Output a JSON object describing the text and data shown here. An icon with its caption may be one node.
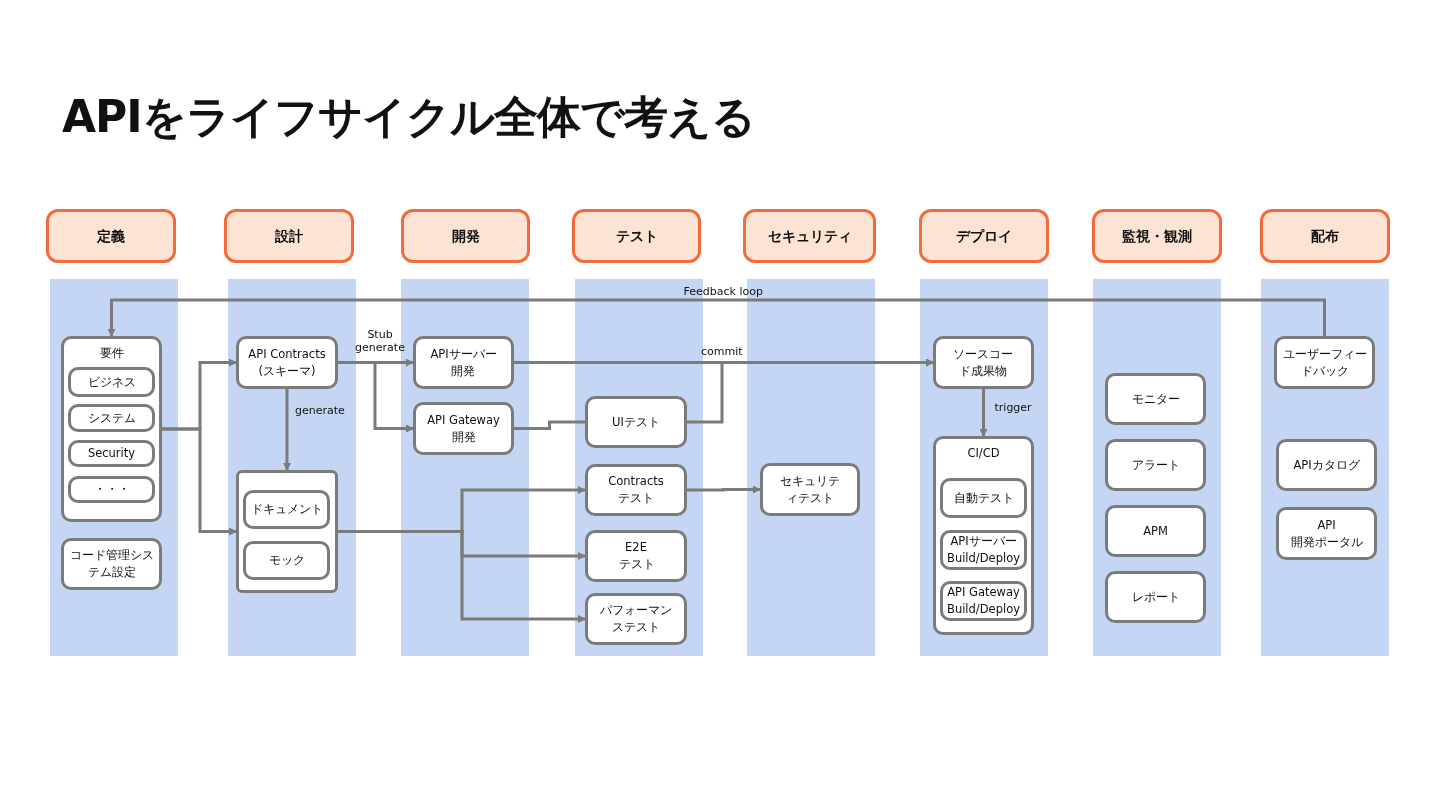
{
  "diagram": {
    "title": "APIをライフサイクル全体で考える",
    "nodes": [
      {
        "text": [
          "定義"
        ]
      },
      {
        "text": [
          "設計"
        ]
      },
      {
        "text": [
          "開発"
        ]
      },
      {
        "text": [
          "テスト"
        ]
      },
      {
        "text": [
          "セキュリティ"
        ]
      },
      {
        "text": [
          "デプロイ"
        ]
      },
      {
        "text": [
          "監視・観測"
        ]
      },
      {
        "text": [
          "配布"
        ]
      },
      {
        "text": [
          "要件"
        ]
      },
      {
        "text": [
          "ビジネス"
        ],
        "in": 8
      },
      {
        "text": [
          "システム"
        ],
        "in": 8
      },
      {
        "text": [
          "Security"
        ],
        "in": 8
      },
      {
        "text": [
          "・・・"
        ],
        "in": 8
      },
      {
        "text": [
          "コード管理システム設定"
        ]
      },
      {
        "text": [
          "API Contracts (スキーマ)"
        ]
      },
      {
        "text": [],
        "shape": "box"
      },
      {
        "text": [
          "ドキュメント"
        ],
        "in": 15
      },
      {
        "text": [
          "モック"
        ],
        "in": 15
      },
      {
        "text": [
          "APIサーバー開発"
        ]
      },
      {
        "text": [
          "API Gateway 開発"
        ]
      },
      {
        "text": [
          "UIテスト"
        ]
      },
      {
        "text": [
          "Contracts テスト"
        ]
      },
      {
        "text": [
          "E2E テスト"
        ]
      },
      {
        "text": [
          "パフォーマンステスト"
        ]
      },
      {
        "text": [
          "セキュリティテスト"
        ]
      },
      {
        "text": [
          "ソースコード成果物"
        ]
      },
      {
        "text": [
          "CI/CD"
        ]
      },
      {
        "text": [
          "自動テスト"
        ],
        "in": 26
      },
      {
        "text": [
          "APIサーバー Build/Deploy"
        ],
        "in": 26
      },
      {
        "text": [
          "API Gateway Build/Deploy"
        ],
        "in": 26
      },
      {
        "text": [
          "モニター"
        ]
      },
      {
        "text": [
          "アラート"
        ]
      },
      {
        "text": [
          "APM"
        ]
      },
      {
        "text": [
          "レポート"
        ]
      },
      {
        "text": [
          "ユーザーフィードバック"
        ]
      },
      {
        "text": [
          "APIカタログ"
        ]
      },
      {
        "text": [
          "API 開発ポータル"
        ]
      }
    ],
    "edges": [
      {
        "from": 34,
        "to": 8,
        "arrow": "to",
        "label": "Feedback loop"
      },
      {
        "from": 8,
        "to": 14,
        "arrow": "to"
      },
      {
        "from": 8,
        "to": 15,
        "arrow": "to"
      },
      {
        "from": 14,
        "to": 15,
        "arrow": "to",
        "label": "generate"
      },
      {
        "from": 14,
        "to": 18,
        "arrow": "to",
        "label": "Stub generate"
      },
      {
        "from": 14,
        "to": 19,
        "arrow": "to"
      },
      {
        "from": 18,
        "to": 25,
        "arrow": "to",
        "label": "commit"
      },
      {
        "from": 20,
        "to": 25,
        "arrow": "to"
      },
      {
        "from": 19,
        "to": 20,
        "arrow": "none"
      },
      {
        "from": 15,
        "to": 21,
        "arrow": "to"
      },
      {
        "from": 15,
        "to": 22,
        "arrow": "to"
      },
      {
        "from": 15,
        "to": 23,
        "arrow": "to"
      },
      {
        "from": 21,
        "to": 24,
        "arrow": "to"
      },
      {
        "from": 25,
        "to": 26,
        "arrow": "to",
        "label": "trigger"
      }
    ]
  }
}
